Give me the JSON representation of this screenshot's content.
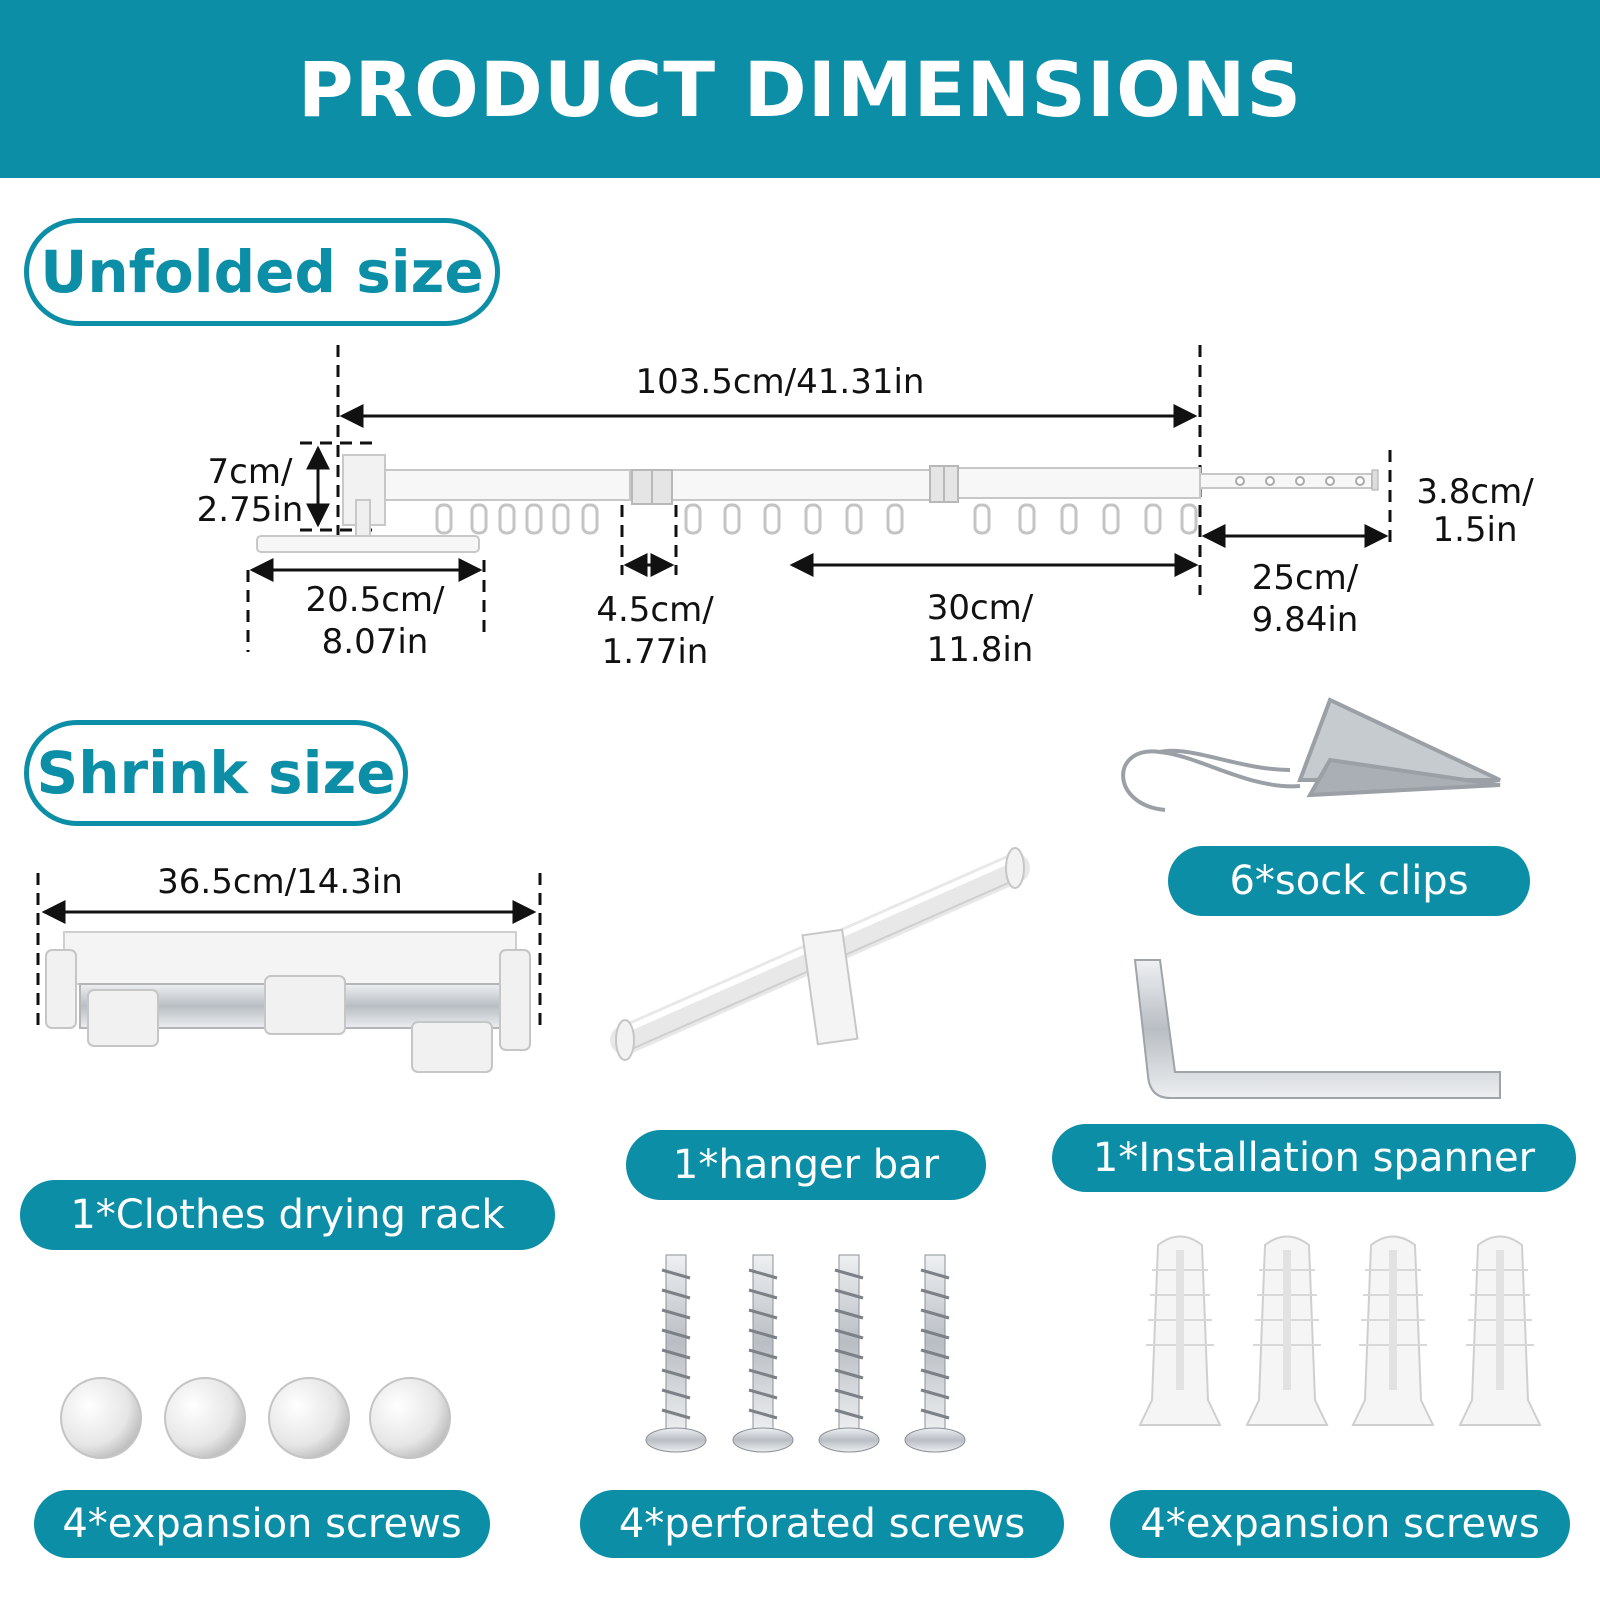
{
  "header": {
    "title": "PRODUCT DIMENSIONS"
  },
  "sections": {
    "unfolded": "Unfolded size",
    "shrink": "Shrink size"
  },
  "dimensions": {
    "total_length": "103.5cm/41.31in",
    "height_a": "7cm/",
    "height_b": "2.75in",
    "bar_a": "20.5cm/",
    "bar_b": "8.07in",
    "joint_a": "4.5cm/",
    "joint_b": "1.77in",
    "segment_a": "30cm/",
    "segment_b": "11.8in",
    "end_a": "25cm/",
    "end_b": "9.84in",
    "end_height_a": "3.8cm/",
    "end_height_b": "1.5in",
    "shrink_length": "36.5cm/14.3in"
  },
  "items": {
    "rack": "1*Clothes drying rack",
    "hanger": "1*hanger bar",
    "clips": "6*sock clips",
    "spanner": "1*Installation spanner",
    "caps": "4*expansion screws",
    "perforated": "4*perforated screws",
    "anchors": "4*expansion screws"
  },
  "colors": {
    "accent": "#0b8ea6",
    "text": "#1d1d1d",
    "metal": "#c9cdd2"
  }
}
